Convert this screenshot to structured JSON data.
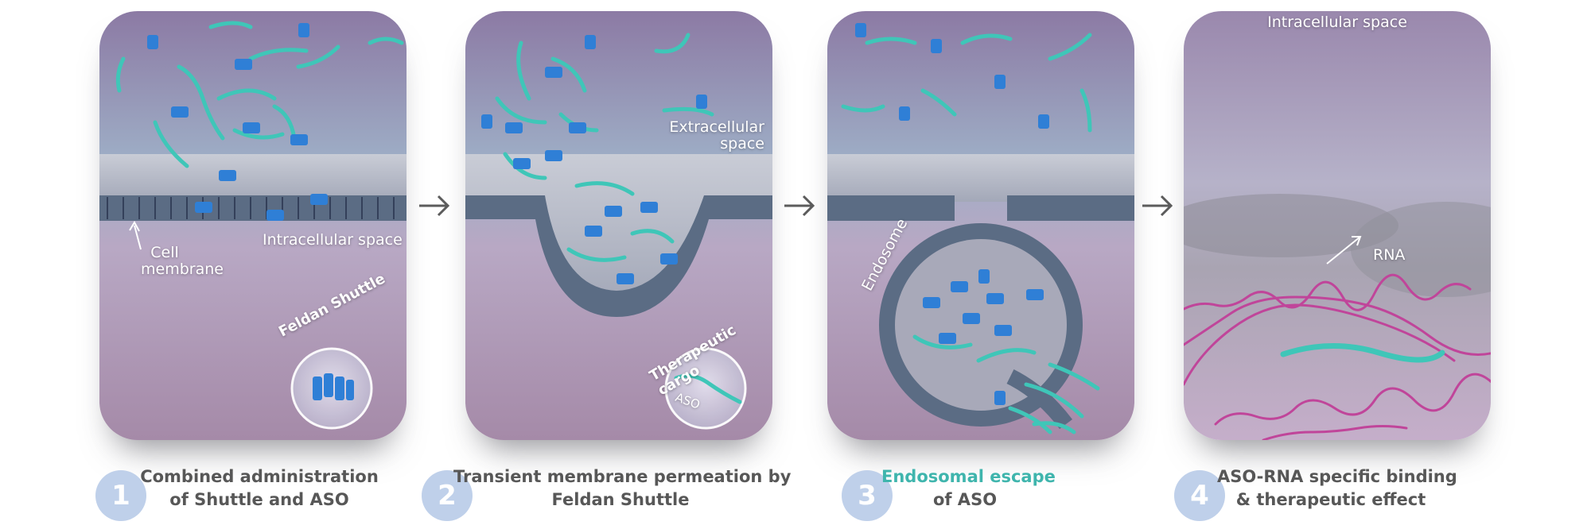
{
  "panels": [
    {
      "labels": {
        "cell_membrane_line1": "Cell",
        "cell_membrane_line2": "membrane",
        "intracellular": "Intracellular space",
        "badge": "Feldan Shuttle"
      }
    },
    {
      "labels": {
        "extracellular_line1": "Extracellular",
        "extracellular_line2": "space",
        "badge": "Therapeutic cargo",
        "badge_inner": "ASO"
      }
    },
    {
      "labels": {
        "endosome": "Endosome"
      }
    },
    {
      "labels": {
        "intracellular": "Intracellular space",
        "rna": "RNA"
      }
    }
  ],
  "steps": [
    {
      "number": "1",
      "line1": "Combined administration",
      "line2": "of Shuttle and ASO"
    },
    {
      "number": "2",
      "line1": "Transient membrane permeation by",
      "line2": "Feldan Shuttle"
    },
    {
      "number": "3",
      "line1_highlight": "Endosomal escape",
      "line2": "of ASO"
    },
    {
      "number": "4",
      "line1": "ASO-RNA specific binding",
      "line2": "& therapeutic effect"
    }
  ],
  "colors": {
    "aso_teal": "#3fc6b8",
    "shuttle_blue": "#2f7fd6",
    "rna_magenta": "#c0459a",
    "membrane_gray": "#5b6c84",
    "step_circle": "#bfd0ea",
    "step_text": "#575757",
    "highlight_text": "#3fb5ad"
  },
  "icons": [
    "arrow-right-icon",
    "membrane-illustration",
    "aso-strand-icon",
    "shuttle-peptide-icon",
    "endosome-illustration",
    "rna-strand-icon"
  ]
}
